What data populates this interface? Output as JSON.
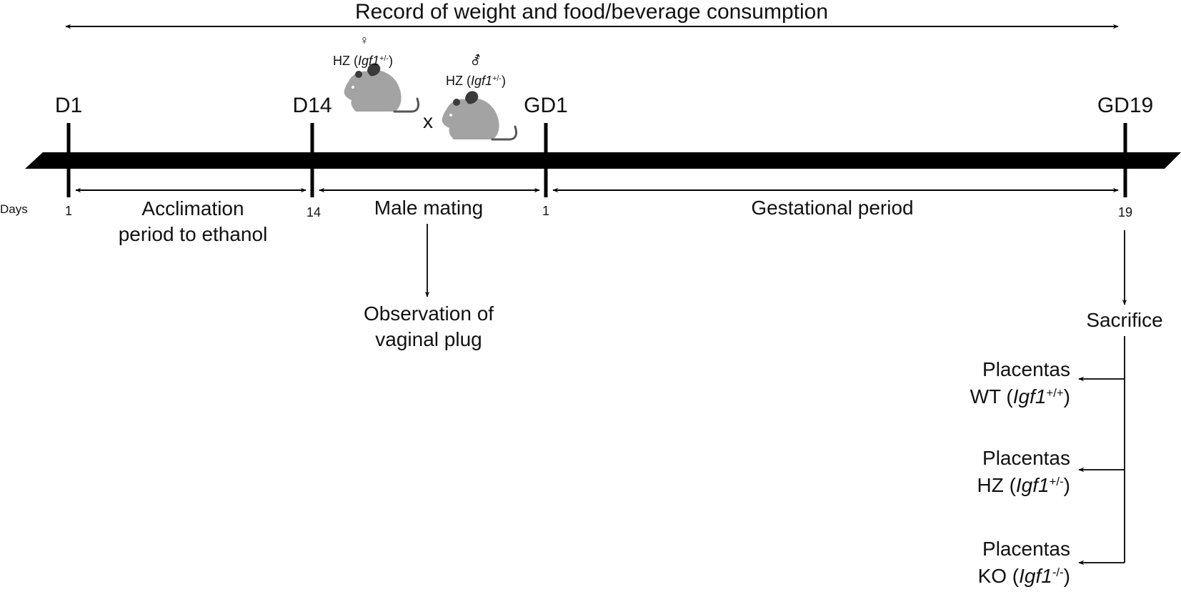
{
  "title": "Record of weight and food/beverage consumption",
  "timeline": {
    "axis_label": "Days",
    "milestones": [
      {
        "label": "D1",
        "day": "1"
      },
      {
        "label": "D14",
        "day": "14"
      },
      {
        "label": "GD1",
        "day": "1"
      },
      {
        "label": "GD19",
        "day": "19"
      }
    ],
    "periods": [
      {
        "line1": "Acclimation",
        "line2": "period to ethanol"
      },
      {
        "line1": "Male mating",
        "line2": ""
      },
      {
        "line1": "Gestational period",
        "line2": ""
      }
    ]
  },
  "mating": {
    "female": {
      "symbol": "♀",
      "prefix": "HZ (",
      "gene": "Igf1",
      "genotype": "+/-",
      "suffix": ")"
    },
    "male": {
      "symbol": "⚦",
      "prefix": "HZ (",
      "gene": "Igf1",
      "genotype": "+/-",
      "suffix": ")"
    },
    "cross": "x"
  },
  "observation": {
    "line1": "Observation of",
    "line2": "vaginal plug"
  },
  "sacrifice": "Sacrifice",
  "outcomes": [
    {
      "line1": "Placentas",
      "prefix": "WT (",
      "gene": "Igf1",
      "genotype": "+/+",
      "suffix": ")"
    },
    {
      "line1": "Placentas",
      "prefix": "HZ (",
      "gene": "Igf1",
      "genotype": "+/-",
      "suffix": ")"
    },
    {
      "line1": "Placentas",
      "prefix": "KO (",
      "gene": "Igf1",
      "genotype": "-/-",
      "suffix": ")"
    }
  ],
  "colors": {
    "ink": "#000000",
    "mouse_body": "#a3a3a3",
    "mouse_ear": "#3a3a3a"
  }
}
